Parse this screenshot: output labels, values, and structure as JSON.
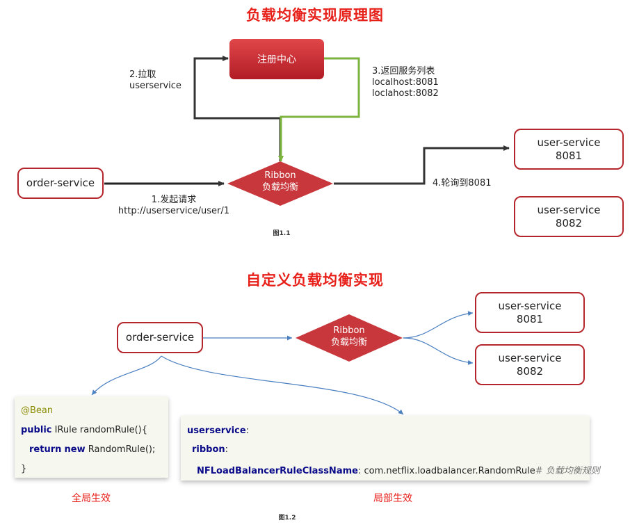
{
  "diagram1": {
    "title": "负载均衡实现原理图",
    "registry": "注册中心",
    "pull_line1": "2.拉取",
    "pull_line2": "userservice",
    "return_line1": "3.返回服务列表",
    "return_line2": "localhost:8081",
    "return_line3": "loclahost:8082",
    "order_service": "order-service",
    "ribbon_line1": "Ribbon",
    "ribbon_line2": "负载均衡",
    "request_line1": "1.发起请求",
    "request_line2": "http://userservice/user/1",
    "poll": "4.轮询到8081",
    "user1_name": "user-service",
    "user1_port": "8081",
    "user2_name": "user-service",
    "user2_port": "8082",
    "caption": "图1.1"
  },
  "diagram2": {
    "title": "自定义负载均衡实现",
    "order_service": "order-service",
    "ribbon_line1": "Ribbon",
    "ribbon_line2": "负载均衡",
    "user1_name": "user-service",
    "user1_port": "8081",
    "user2_name": "user-service",
    "user2_port": "8082",
    "global_code": {
      "annotation": "@Bean",
      "l2_kw": "public",
      "l2_rest": " IRule randomRule(){",
      "l3_kw1": "return",
      "l3_kw2": "new",
      "l3_rest": " RandomRule();",
      "l4": "}"
    },
    "local_code": {
      "l1_key": "userservice",
      "l1_colon": ":",
      "l2_key": "ribbon",
      "l2_colon": ":",
      "l3_key": "NFLoadBalancerRuleClassName",
      "l3_value": ": com.netflix.loadbalancer.RandomRule",
      "l3_comment": "# 负载均衡规则"
    },
    "global_label": "全局生效",
    "local_label": "局部生效",
    "caption": "图1.2"
  },
  "colors": {
    "title_red": "#e8201a",
    "diamond_red": "#c8373c",
    "box_border": "#b5252c",
    "line_green": "#7db33f",
    "line_dark": "#333333",
    "line_blue": "#4a7fc0"
  }
}
